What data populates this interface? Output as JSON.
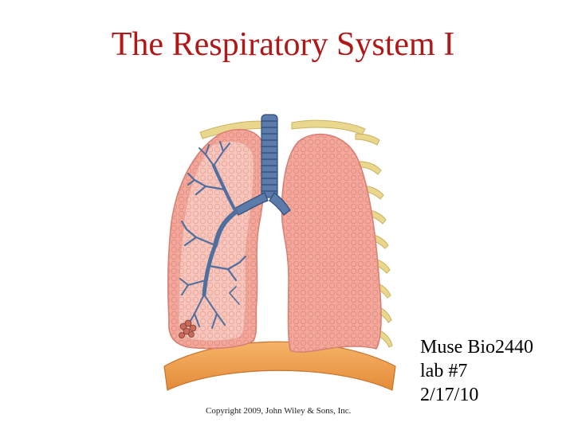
{
  "slide": {
    "title": "The Respiratory System I",
    "notes": [
      "Muse  Bio2440",
      "lab #7",
      "2/17/10"
    ],
    "copyright": "Copyright 2009, John Wiley & Sons, Inc."
  },
  "colors": {
    "title": "#b01818",
    "lung_tissue": "#f2a79a",
    "lung_outline": "#d97e72",
    "airway": "#4f6f9e",
    "airway_dark": "#2f4d7c",
    "rib": "#e8d58a",
    "diaphragm": "#f0a04e"
  },
  "icons": [
    "respiratory-illustration-icon"
  ]
}
